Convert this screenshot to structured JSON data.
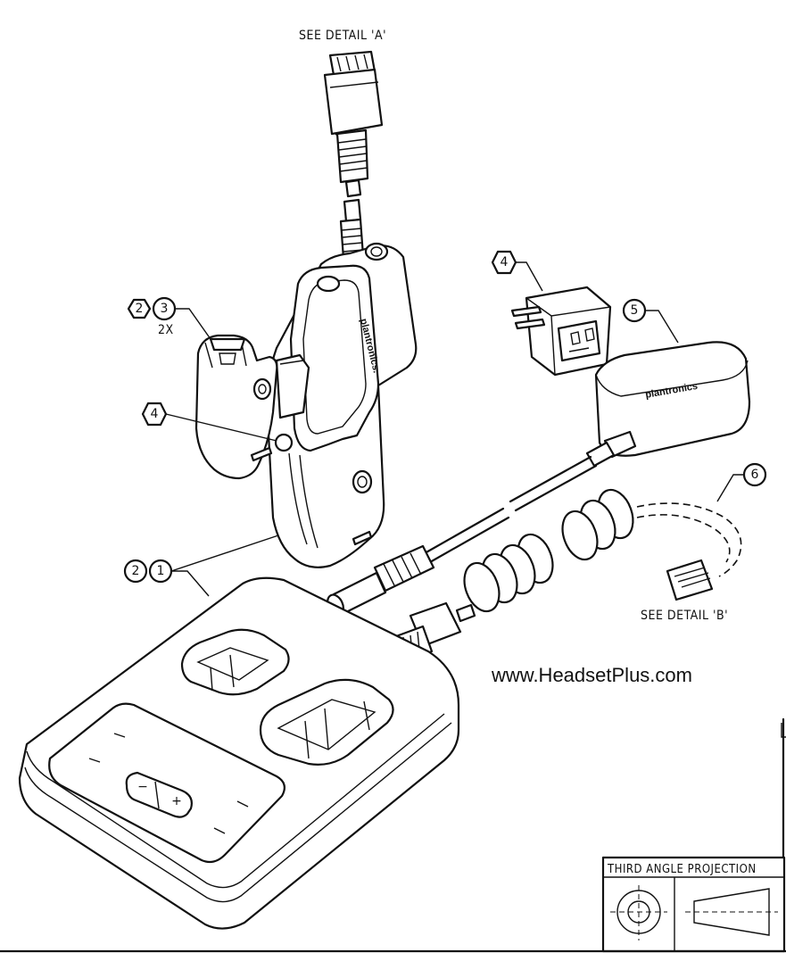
{
  "labels": {
    "detail_a": "SEE DETAIL 'A'",
    "detail_b": "SEE DETAIL 'B'",
    "qty_2x": "2X",
    "website": "www.HeadsetPlus.com",
    "projection": "THIRD ANGLE PROJECTION",
    "brand_handset": "plantronics.",
    "brand_adapter": "plantronics"
  },
  "callouts": {
    "hex_2_top": "2",
    "circle_3": "3",
    "hex_4_left": "4",
    "hex_4_right": "4",
    "circle_5": "5",
    "circle_6": "6",
    "hex_2_bottom": "2",
    "circle_1": "1"
  }
}
